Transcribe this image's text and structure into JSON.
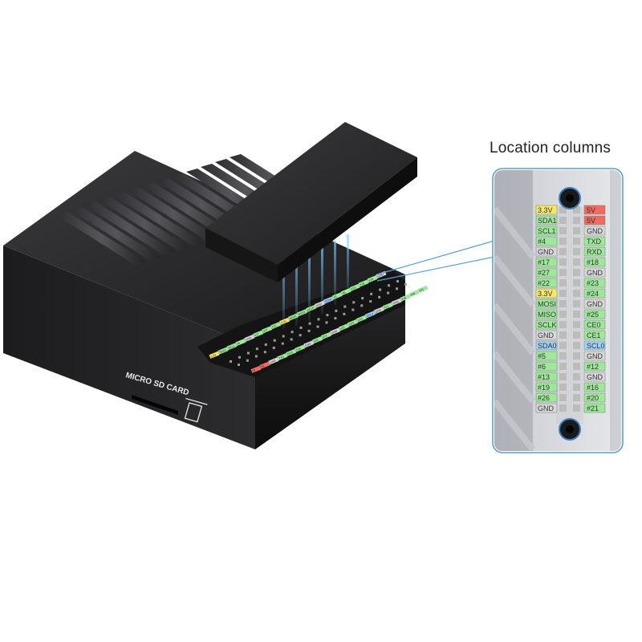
{
  "callout": {
    "title": "Location columns"
  },
  "case": {
    "sd_label": "MICRO SD CARD"
  },
  "pinout": {
    "left_labels": [
      "3.3V",
      "SDA1",
      "SCL1",
      "#4",
      "GND",
      "#17",
      "#27",
      "#22",
      "3.3V",
      "MOSI",
      "MISO",
      "SCLK",
      "GND",
      "SDA0",
      "#5",
      "#6",
      "#13",
      "#19",
      "#26",
      "GND"
    ],
    "right_labels": [
      "5V",
      "5V",
      "GND",
      "TXD",
      "RXD",
      "#18",
      "GND",
      "#23",
      "#24",
      "GND",
      "#25",
      "CE0",
      "CE1",
      "SCL0",
      "GND",
      "#12",
      "GND",
      "#16",
      "#20",
      "#21"
    ]
  },
  "colors": {
    "green": "#9ee89a",
    "red": "#f06a60",
    "blue": "#9fd2f2",
    "yellow": "#f4e86a",
    "gray": "#d8d8d8",
    "callout_border": "#5a9fd8"
  }
}
